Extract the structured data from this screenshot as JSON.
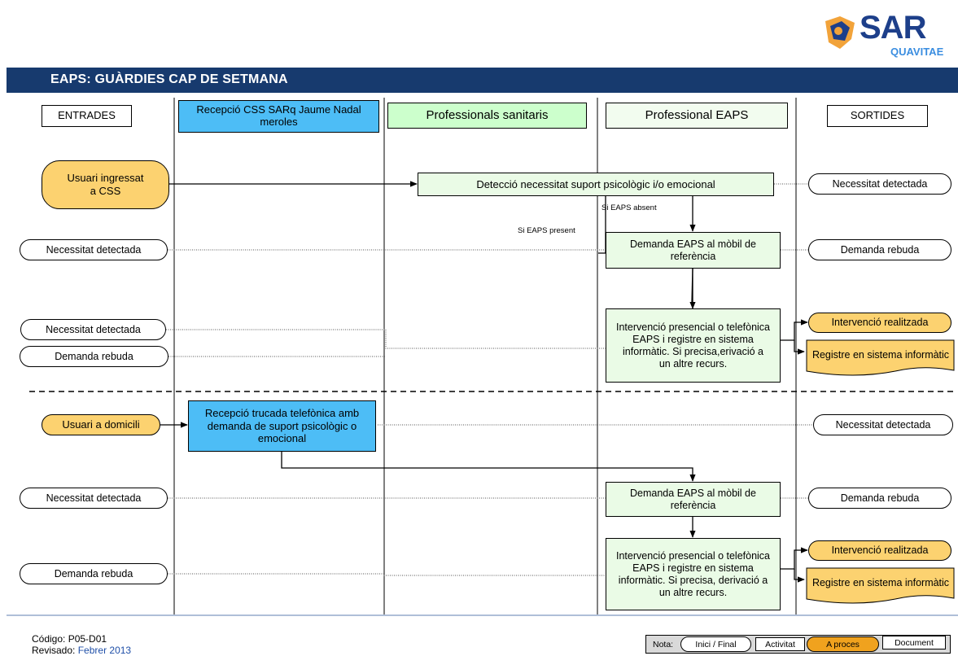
{
  "title": "EAPS: GUÀRDIES CAP DE SETMANA",
  "logo": {
    "text": "SAR",
    "subtext": "QUAVITAE"
  },
  "lanes": {
    "entrades": "ENTRADES",
    "recepcio": "Recepció CSS SARq Jaume Nadal meroles",
    "professionals": "Professionals sanitaris",
    "eaps": "Professional EAPS",
    "sortides": "SORTIDES"
  },
  "section1": {
    "usuari_css": "Usuari ingressat a CSS",
    "deteccio": "Detecció necessitat suport psicològic i/o emocional",
    "out_necessitat": "Necessitat detectada",
    "si_eaps_absent": "Si EAPS absent",
    "si_eaps_present": "Si EAPS present",
    "in_necessitat": "Necessitat detectada",
    "demanda": "Demanda EAPS al mòbil de referència",
    "out_demanda": "Demanda rebuda",
    "in_necessitat2": "Necessitat detectada",
    "in_demanda": "Demanda rebuda",
    "intervencio": "Intervenció presencial o telefònica EAPS i registre en sistema informàtic. Si precisa,erivació a un altre recurs.",
    "out_intervencio": "Intervenció realitzada",
    "out_registre": "Registre en sistema informàtic"
  },
  "section2": {
    "usuari_domicili": "Usuari a domicili",
    "recepcio_trucada": "Recepció trucada telefònica amb demanda de suport psicològic o emocional",
    "out_necessitat": "Necessitat detectada",
    "in_necessitat": "Necessitat detectada",
    "demanda": "Demanda EAPS al mòbil de referència",
    "out_demanda": "Demanda rebuda",
    "in_demanda": "Demanda rebuda",
    "intervencio": "Intervenció presencial o telefònica EAPS i registre en sistema informàtic. Si precisa, derivació a un altre recurs.",
    "out_intervencio": "Intervenció realitzada",
    "out_registre": "Registre en sistema informàtic"
  },
  "footer": {
    "codigo": "Código: P05-D01",
    "revisado_label": "Revisado:",
    "revisado_value": "Febrer 2013"
  },
  "legend": {
    "nota": "Nota:",
    "inici": "Inici / Final",
    "activitat": "Activitat",
    "a_proces": "A proces",
    "document": "Document"
  },
  "colors": {
    "banner": "#173a6e",
    "green_box": "#eafbe6",
    "blue_box": "#4dbdf6",
    "orange": "#fcd270"
  }
}
